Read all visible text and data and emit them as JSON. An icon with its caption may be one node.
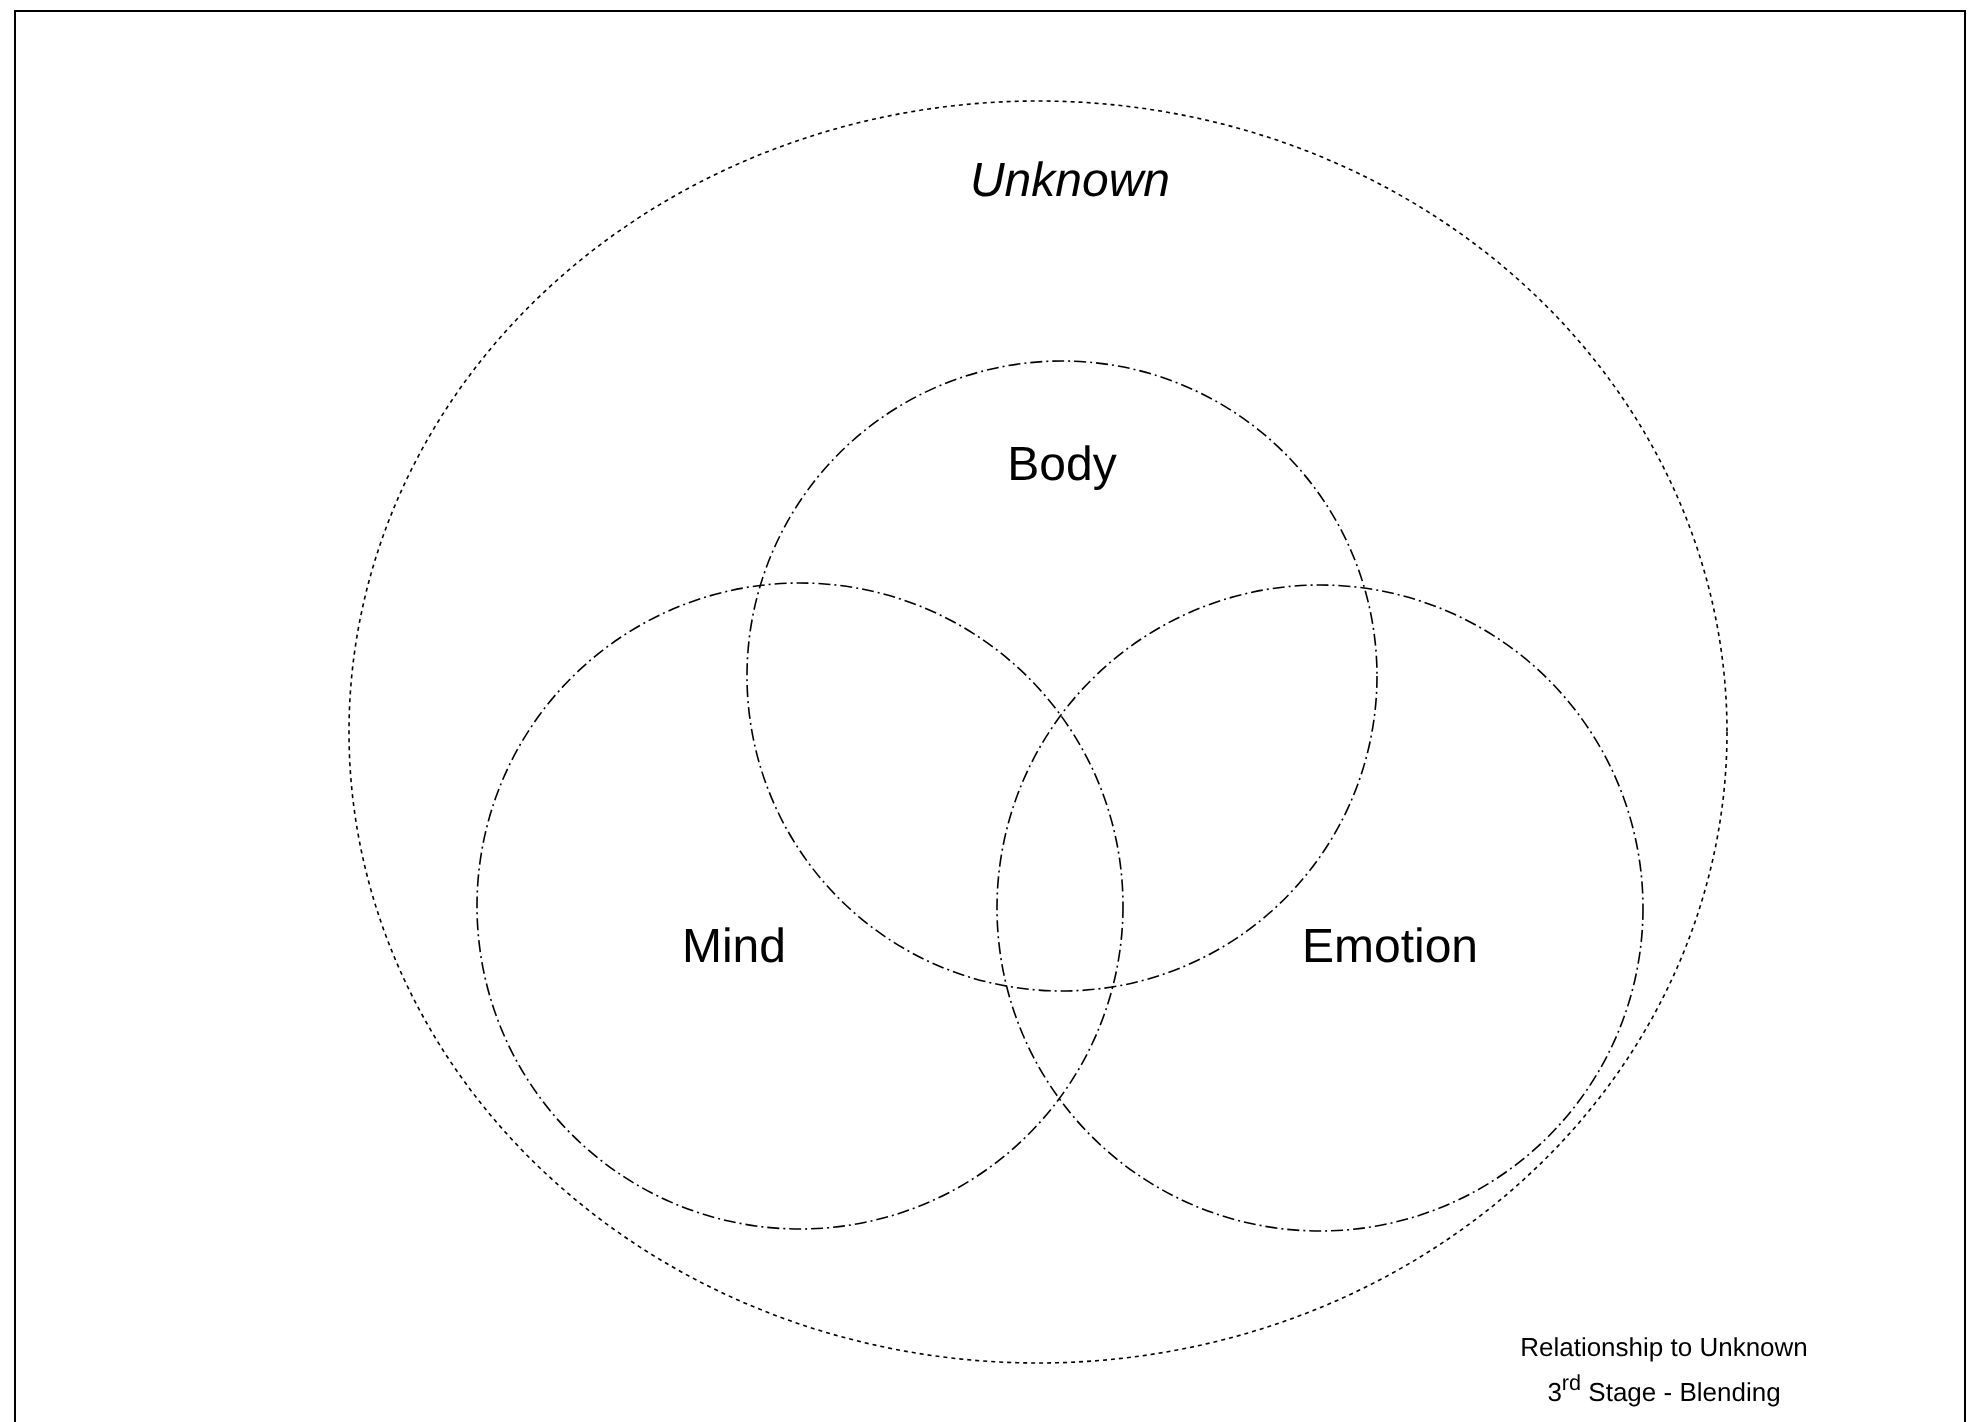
{
  "diagram": {
    "nodes": [
      {
        "text": [
          "Unknown"
        ]
      },
      {
        "text": [
          "Body"
        ],
        "in": 0
      },
      {
        "text": [
          "Mind"
        ],
        "in": 0
      },
      {
        "text": [
          "Emotion"
        ],
        "in": 0
      }
    ],
    "labels": [
      "Relationship to Unknown 3$^{rd}$ Stage - Blending"
    ]
  }
}
